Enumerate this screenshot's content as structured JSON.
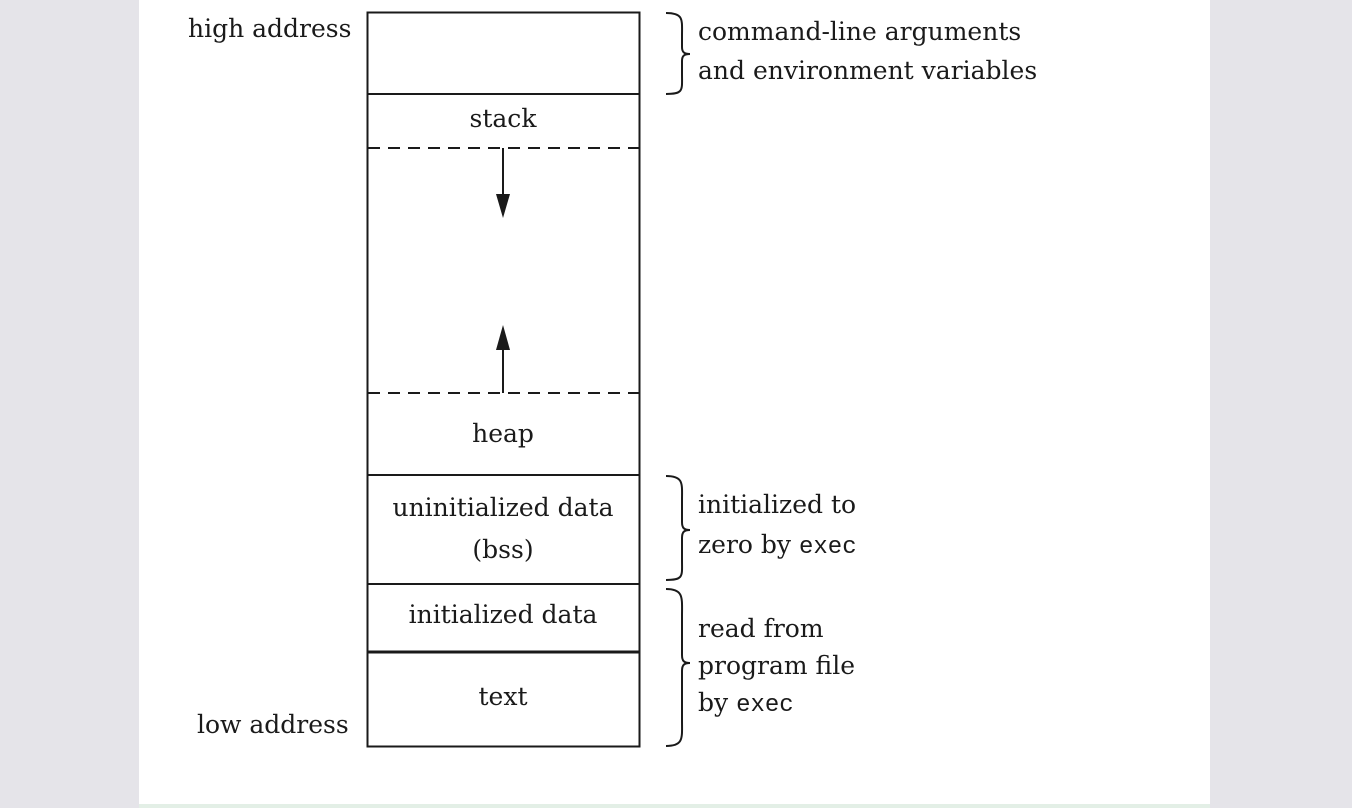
{
  "diagram": {
    "address_labels": {
      "high": "high address",
      "low": "low address"
    },
    "segments": {
      "stack": "stack",
      "heap": "heap",
      "bss_line1": "uninitialized data",
      "bss_line2": "(bss)",
      "initialized_data": "initialized data",
      "text": "text"
    },
    "annotations": {
      "args": {
        "line1": "command-line arguments",
        "line2": "and environment variables"
      },
      "bss": {
        "line1": "initialized to",
        "line2_prefix": "zero by ",
        "line2_code": "exec"
      },
      "program_file": {
        "line1": "read from",
        "line2": "program file",
        "line3_prefix": "by ",
        "line3_code": "exec"
      }
    }
  }
}
